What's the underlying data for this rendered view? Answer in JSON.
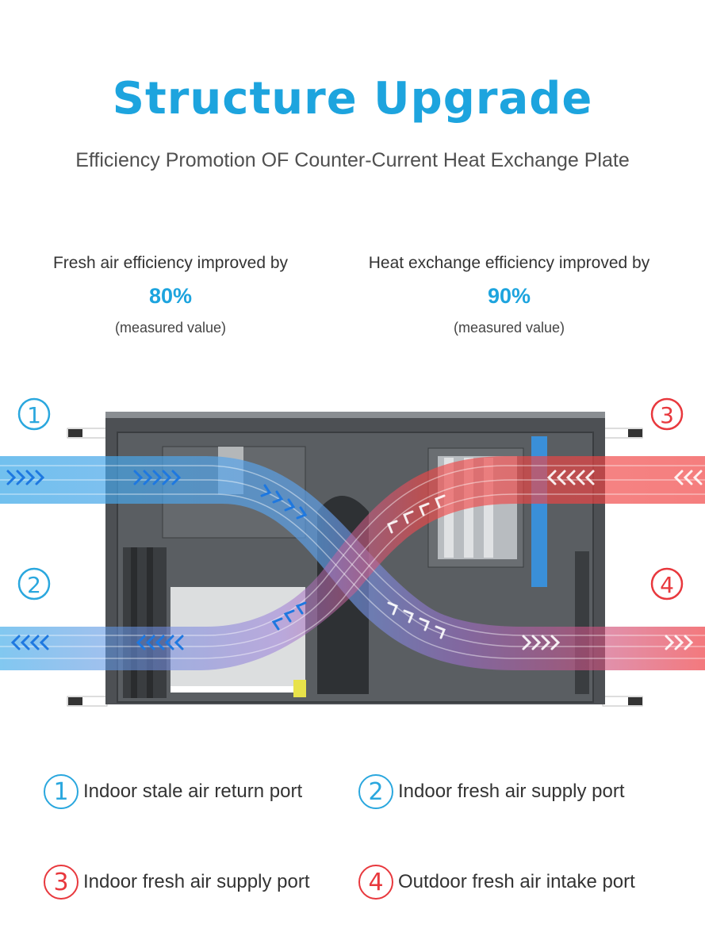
{
  "header": {
    "title": "Structure Upgrade",
    "subtitle": "Efficiency Promotion OF Counter-Current Heat Exchange Plate"
  },
  "stats": [
    {
      "label": "Fresh air efficiency improved by",
      "value": "80%",
      "note": "(measured value)"
    },
    {
      "label": "Heat exchange efficiency improved by",
      "value": "90%",
      "note": "(measured value)"
    }
  ],
  "ports": [
    {
      "number": "1",
      "label": "Indoor stale air return port",
      "color": "#2aa7de"
    },
    {
      "number": "2",
      "label": "Indoor fresh air supply port",
      "color": "#2aa7de"
    },
    {
      "number": "3",
      "label": "Indoor fresh air supply port",
      "color": "#e8383d"
    },
    {
      "number": "4",
      "label": "Outdoor fresh air intake port",
      "color": "#e8383d"
    }
  ],
  "colors": {
    "accent": "#1da4de",
    "cold": "#2aa7de",
    "warm": "#e8383d",
    "housing": "#4d5054"
  }
}
